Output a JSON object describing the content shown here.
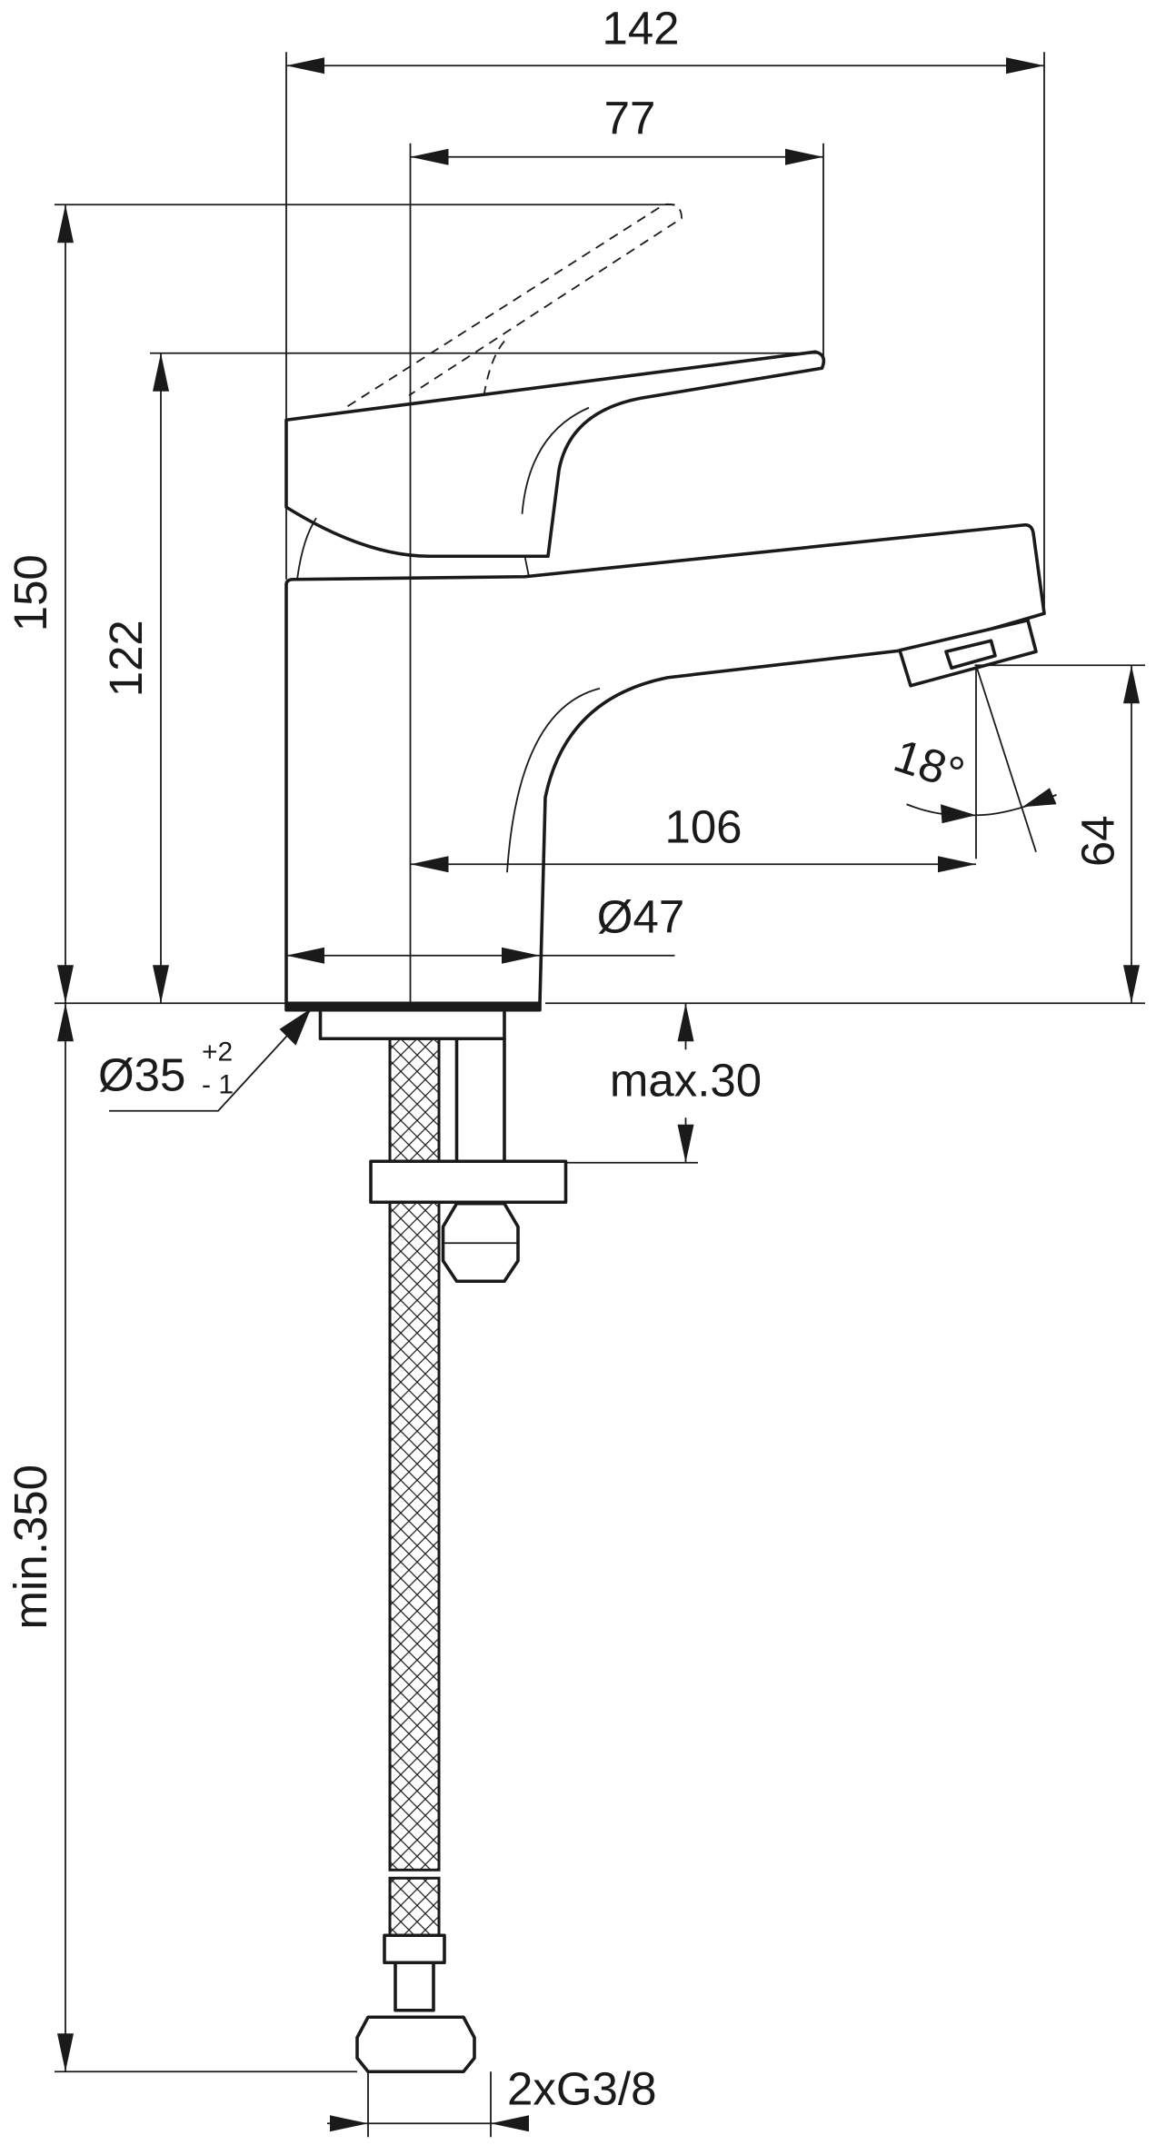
{
  "dimensions": {
    "overall_width": "142",
    "handle_length": "77",
    "overall_height": "150",
    "spout_height": "122",
    "spout_reach": "106",
    "body_diameter": "Ø47",
    "outlet_height": "64",
    "outlet_angle": "18°",
    "hole_diameter": "Ø35",
    "hole_tolerance_plus": "+2",
    "hole_tolerance_minus": "- 1",
    "max_deck_thickness": "max.30",
    "hose_length": "min.350",
    "connection": "2xG3/8"
  },
  "colors": {
    "line": "#1a1a1a",
    "background": "#ffffff"
  }
}
